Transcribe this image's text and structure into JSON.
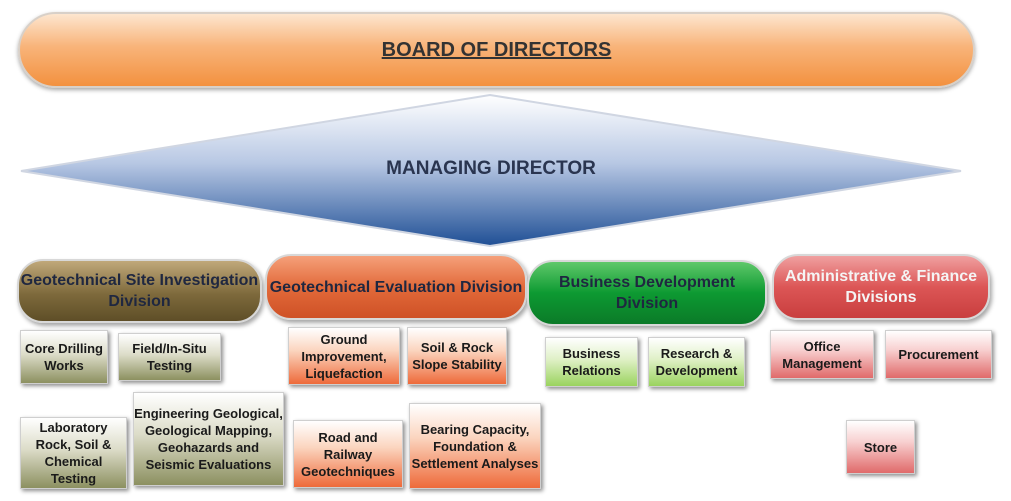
{
  "board": {
    "title": "BOARD OF DIRECTORS"
  },
  "managing_director": {
    "title": "MANAGING DIRECTOR"
  },
  "divisions": [
    {
      "title": "Geotechnical Site Investigation Division",
      "color": "#7e6a3c",
      "units": [
        "Core Drilling Works",
        "Field/In-Situ Testing",
        "Laboratory Rock, Soil & Chemical Testing",
        "Engineering Geological, Geological Mapping, Geohazards and Seismic Evaluations"
      ]
    },
    {
      "title": "Geotechnical Evaluation Division",
      "color": "#e26a3a",
      "units": [
        "Ground Improvement, Liquefaction",
        "Soil & Rock Slope Stability",
        "Road and Railway Geotechniques",
        "Bearing Capacity, Foundation & Settlement Analyses"
      ]
    },
    {
      "title": "Business Development Division",
      "color": "#0d9a32",
      "units": [
        "Business Relations",
        "Research & Development"
      ]
    },
    {
      "title": "Administrative & Finance Divisions",
      "color": "#dc5656",
      "units": [
        "Office Management",
        "Procurement",
        "Store"
      ]
    }
  ]
}
